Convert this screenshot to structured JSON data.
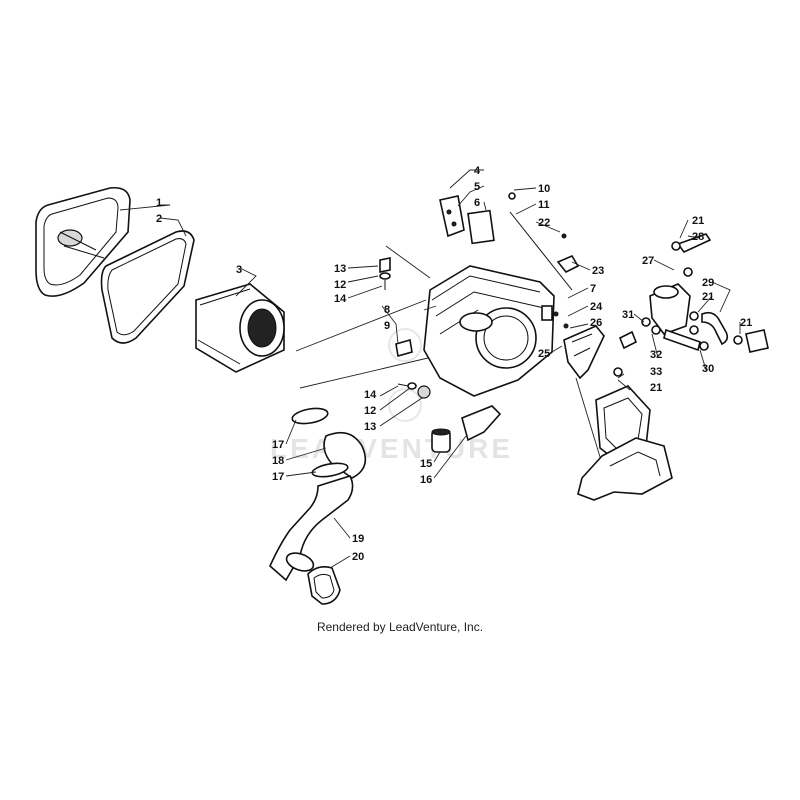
{
  "watermark": "LEADVENTURE",
  "credit": "Rendered by LeadVenture, Inc.",
  "callouts": [
    {
      "label": "1"
    },
    {
      "label": "2"
    },
    {
      "label": "3"
    },
    {
      "label": "4"
    },
    {
      "label": "5"
    },
    {
      "label": "6"
    },
    {
      "label": "10"
    },
    {
      "label": "11"
    },
    {
      "label": "22"
    },
    {
      "label": "23"
    },
    {
      "label": "13"
    },
    {
      "label": "12"
    },
    {
      "label": "14"
    },
    {
      "label": "8"
    },
    {
      "label": "9"
    },
    {
      "label": "7"
    },
    {
      "label": "24"
    },
    {
      "label": "26"
    },
    {
      "label": "25"
    },
    {
      "label": "21"
    },
    {
      "label": "28"
    },
    {
      "label": "27"
    },
    {
      "label": "29"
    },
    {
      "label": "21"
    },
    {
      "label": "31"
    },
    {
      "label": "32"
    },
    {
      "label": "33"
    },
    {
      "label": "21"
    },
    {
      "label": "30"
    },
    {
      "label": "21"
    },
    {
      "label": "14"
    },
    {
      "label": "12"
    },
    {
      "label": "13"
    },
    {
      "label": "15"
    },
    {
      "label": "16"
    },
    {
      "label": "17"
    },
    {
      "label": "18"
    },
    {
      "label": "17"
    },
    {
      "label": "19"
    },
    {
      "label": "20"
    }
  ]
}
